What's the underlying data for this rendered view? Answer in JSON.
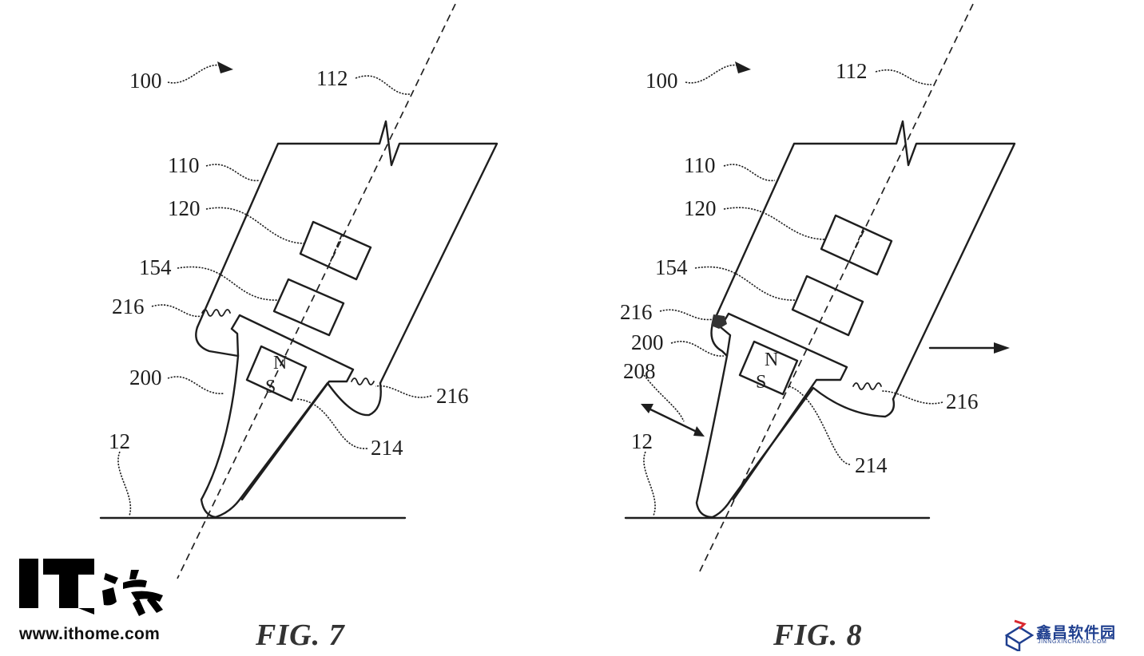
{
  "figures": [
    {
      "caption": "FIG. 7",
      "labels": {
        "device": "100",
        "axis": "112",
        "housing": "110",
        "component_a": "120",
        "component_b": "154",
        "spring_left": "216",
        "tip": "200",
        "spring_right": "216",
        "magnet": "214",
        "surface": "12"
      },
      "magnet_poles": [
        "N",
        "S"
      ]
    },
    {
      "caption": "FIG. 8",
      "labels": {
        "device": "100",
        "axis": "112",
        "housing": "110",
        "component_a": "120",
        "component_b": "154",
        "spring_left": "216",
        "tip": "200",
        "motion": "208",
        "spring_right": "216",
        "magnet": "214",
        "surface": "12"
      },
      "magnet_poles": [
        "N",
        "S"
      ]
    }
  ],
  "watermarks": {
    "ithome_logo_text": "IT之家",
    "ithome_url": "www.ithome.com",
    "xc_name": "鑫昌软件园",
    "xc_url": "JINNGXINCHANG.COM"
  }
}
